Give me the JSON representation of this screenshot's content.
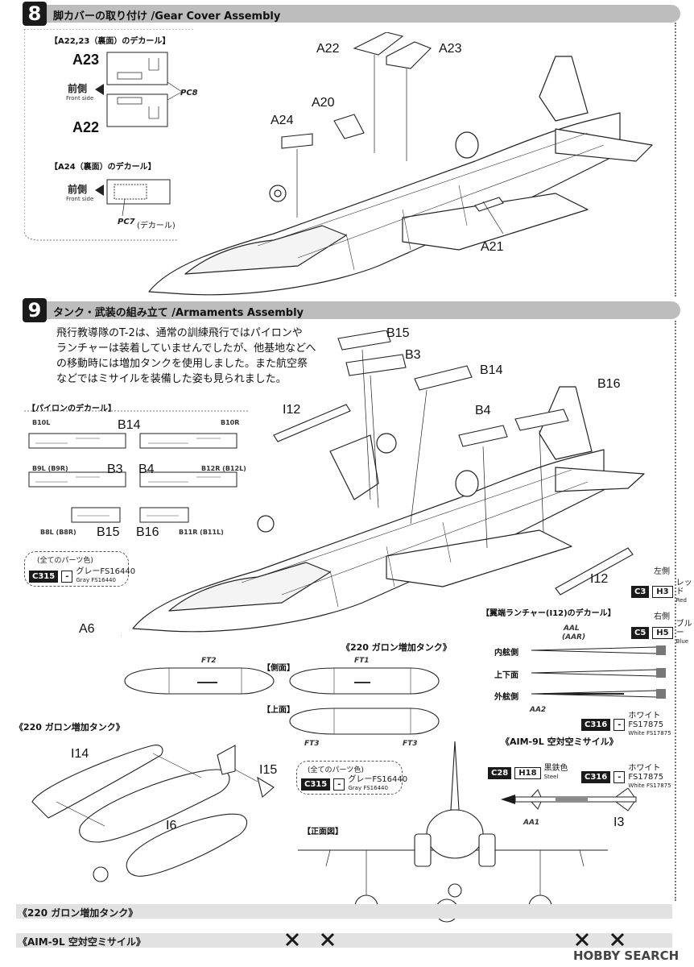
{
  "step8": {
    "number": "8",
    "title": "脚カバーの取り付け /Gear Cover Assembly",
    "decal_a22_23": "【A22,23（裏面）のデカール】",
    "a23": "A23",
    "a22": "A22",
    "front_side_jp": "前側",
    "front_side_en": "Front side",
    "pc8": "PC8",
    "decal_a24": "【A24（裏面）のデカール】",
    "pc7": "PC7",
    "pc7_note": "(デカール)",
    "part_a22": "A22",
    "part_a23": "A23",
    "part_a20": "A20",
    "part_a24": "A24",
    "part_a21": "A21"
  },
  "step9": {
    "number": "9",
    "title": "タンク・武装の組み立て /Armaments Assembly",
    "intro": [
      "飛行教導隊のT-2は、通常の訓練飛行ではパイロンや",
      "ランチャーは装着していませんでしたが、他基地などへ",
      "の移動時には増加タンクを使用しました。また航空祭",
      "などではミサイルを装備した姿も見られました。"
    ],
    "pylon_decal": "【パイロンのデカール】",
    "pylons": {
      "b10l": "B10L",
      "b14": "B14",
      "b10r": "B10R",
      "b9l": "B9L (B9R)",
      "b3": "B3",
      "b4": "B4",
      "b12r": "B12R (B12L)",
      "b8l": "B8L (B8R)",
      "b15": "B15",
      "b16": "B16",
      "b11r": "B11R (B11L)"
    },
    "all_parts_color": "(全てのパーツ色)",
    "c315": "C315",
    "dash": "-",
    "gray_jp": "グレーFS16440",
    "gray_en": "Gray FS16440",
    "parts": {
      "b15": "B15",
      "b3": "B3",
      "b14": "B14",
      "b16": "B16",
      "b4": "B4",
      "i12": "I12",
      "i12b": "I12",
      "a6": "A6"
    },
    "left_side": "左側",
    "right_side": "右側",
    "c3": "C3",
    "h3": "H3",
    "red_jp": "レッド",
    "red_en": "Red",
    "c5": "C5",
    "h5": "H5",
    "blue_jp": "ブルー",
    "blue_en": "Blue",
    "launcher_decal": "【翼端ランチャー(I12)のデカール】",
    "aal": "AAL",
    "aar": "(AAR)",
    "inboard": "内舷側",
    "topbottom": "上下面",
    "outboard": "外舷側",
    "aa2": "AA2",
    "c316": "C316",
    "white_jp": "ホワイトFS17875",
    "white_en": "White FS17875",
    "tank_title": "《220 ガロン増加タンク》",
    "side_view": "【側面】",
    "top_view": "【上面】",
    "ft2": "FT2",
    "ft1": "FT1",
    "ft3a": "FT3",
    "ft3b": "FT3",
    "tank_title2": "《220 ガロン増加タンク》",
    "i14": "I14",
    "i15": "I15",
    "i6": "I6",
    "front_view": "【正面図】",
    "aim_title": "《AIM-9L 空対空ミサイル》",
    "c28": "C28",
    "h18": "H18",
    "steel_jp": "黒鉄色",
    "steel_en": "Steel",
    "c316b": "C316",
    "white_jp2": "ホワイトFS17875",
    "white_en2": "White FS17875",
    "aa1": "AA1",
    "i3": "I3"
  },
  "footer": {
    "tank": "《220 ガロン増加タンク》",
    "aim": "《AIM-9L 空対空ミサイル》",
    "watermark": "HOBBY SEARCH"
  }
}
